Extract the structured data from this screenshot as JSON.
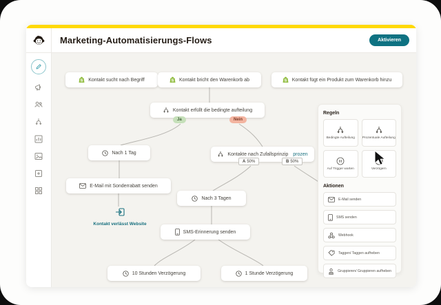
{
  "header": {
    "title": "Marketing-Automatisierungs-Flows",
    "activate_label": "Aktivieren"
  },
  "sidebar": {
    "icons": [
      "pencil-icon",
      "megaphone-icon",
      "audience-icon",
      "automation-icon",
      "analytics-icon",
      "image-icon",
      "add-frame-icon",
      "grid-icon"
    ]
  },
  "flow": {
    "triggers": [
      {
        "label": "Kontakt sucht nach Begriff",
        "icon": "shopify-icon"
      },
      {
        "label": "Kontakt bricht den Warenkorb ab",
        "icon": "shopify-icon"
      },
      {
        "label": "Kontakt fügt ein Produkt zum Warenkorb hinzu",
        "icon": "shopify-icon"
      }
    ],
    "condition": {
      "label": "Kontakt erfüllt die bedingte aufteilung",
      "yes": "Ja",
      "no": "Nein"
    },
    "delay_1_day": {
      "label": "Nach 1 Tag"
    },
    "email_node": {
      "label": "E-Mail mit Sonderrabatt senden"
    },
    "exit_label": "Kontakt verlässt Website",
    "random_split": {
      "label": "Kontakte nach Zufallsprinzip",
      "label_accent": "prozen",
      "branch_a": {
        "letter": "A",
        "value": "50%"
      },
      "branch_b": {
        "letter": "B",
        "value": "50%"
      }
    },
    "delay_3_days": {
      "label": "Nach 3 Tagen"
    },
    "sms_node": {
      "label": "SMS-Erinnerung senden"
    },
    "delay_10h": {
      "label": "10 Stunden Verzögerung"
    },
    "delay_1h": {
      "label": "1 Stunde Verzögerung"
    }
  },
  "panel": {
    "rules_title": "Regeln",
    "rules": [
      {
        "label": "Bedingte Aufteilung",
        "icon": "branch-icon"
      },
      {
        "label": "Prozentuale Aufteilung",
        "icon": "branch-icon"
      },
      {
        "label": "Auf Trigger warten",
        "icon": "pause-circle-icon"
      },
      {
        "label": "Verzögern",
        "icon": "clock-icon"
      }
    ],
    "actions_title": "Aktionen",
    "actions": [
      {
        "label": "E-Mail senden",
        "icon": "envelope-icon"
      },
      {
        "label": "SMS senden",
        "icon": "phone-icon"
      },
      {
        "label": "Webhook",
        "icon": "webhook-icon"
      },
      {
        "label": "Taggen/ Taggen aufheben",
        "icon": "tag-icon"
      },
      {
        "label": "Gruppieren/ Gruppieren aufheben",
        "icon": "person-icon"
      }
    ]
  },
  "colors": {
    "brand_yellow": "#ffd902",
    "teal": "#0e7282",
    "yes_green": "#c6e0ba",
    "no_red": "#f3b4a0",
    "canvas_bg": "#f4f3ef"
  }
}
